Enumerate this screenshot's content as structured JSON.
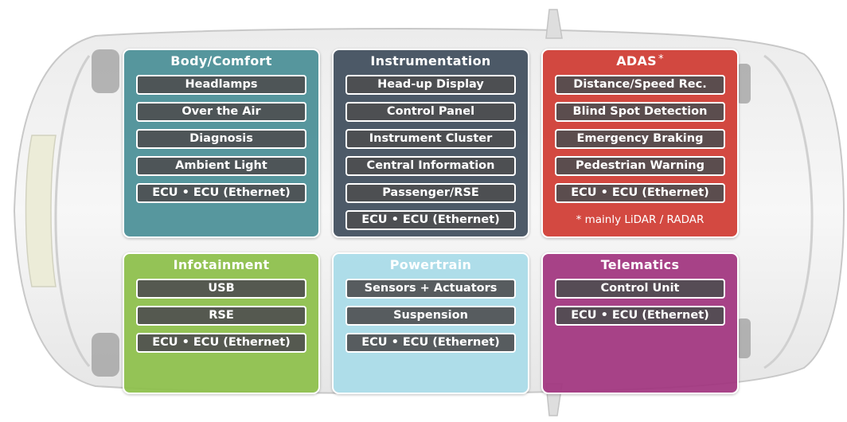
{
  "colors": {
    "body_comfort": "#4a8f97",
    "instrumentation": "#3f4d5c",
    "adas": "#d03b33",
    "infotainment": "#8dc04a",
    "powertrain": "#a9dbe8",
    "telematics": "#a1357f",
    "item_background": "#4e4e50",
    "border": "#ffffff"
  },
  "panels": {
    "body_comfort": {
      "title": "Body/Comfort",
      "items": [
        "Headlamps",
        "Over the Air",
        "Diagnosis",
        "Ambient Light",
        "ECU • ECU (Ethernet)"
      ]
    },
    "instrumentation": {
      "title": "Instrumentation",
      "items": [
        "Head-up Display",
        "Control Panel",
        "Instrument Cluster",
        "Central Information",
        "Passenger/RSE",
        "ECU • ECU (Ethernet)"
      ]
    },
    "adas": {
      "title": "ADAS",
      "title_mark": "*",
      "items": [
        "Distance/Speed Rec.",
        "Blind Spot Detection",
        "Emergency Braking",
        "Pedestrian Warning",
        "ECU • ECU (Ethernet)"
      ],
      "footnote": "* mainly LiDAR / RADAR"
    },
    "infotainment": {
      "title": "Infotainment",
      "items": [
        "USB",
        "RSE",
        "ECU • ECU (Ethernet)"
      ]
    },
    "powertrain": {
      "title": "Powertrain",
      "items": [
        "Sensors + Actuators",
        "Suspension",
        "ECU • ECU (Ethernet)"
      ]
    },
    "telematics": {
      "title": "Telematics",
      "items": [
        "Control Unit",
        "ECU • ECU (Ethernet)"
      ]
    }
  }
}
